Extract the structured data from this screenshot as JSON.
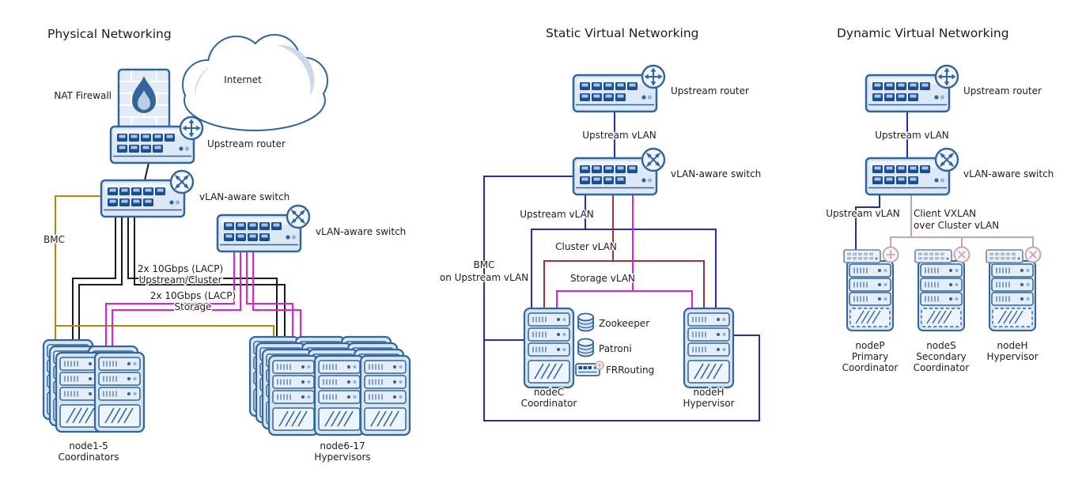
{
  "colors": {
    "device_stroke": "#31659c",
    "device_fill": "#d7e4f3",
    "physical_link": "#1a1a1a",
    "bmc_link": "#b8860b",
    "storage_link": "#e816e8",
    "upstream_vlan_link": "#2a2ab8",
    "cluster_vlan_link": "#9e3039",
    "client_vxlan_link": "#c7a2ae",
    "text": "#1c1c1c"
  },
  "physical": {
    "title": "Physical Networking",
    "internet": "Internet",
    "nat_firewall": "NAT Firewall",
    "upstream_router": "Upstream router",
    "vlan_switch": "vLAN-aware switch",
    "storage_switch": "vLAN-aware switch",
    "bmc": "BMC",
    "lacp_upstream": [
      "2x 10Gbps (LACP)",
      "Upstream/Cluster"
    ],
    "lacp_storage": [
      "2x 10Gbps (LACP)",
      "Storage"
    ],
    "coordinators": [
      "node1-5",
      "Coordinators"
    ],
    "hypervisors": [
      "node6-17",
      "Hypervisors"
    ]
  },
  "static_virtual": {
    "title": "Static Virtual Networking",
    "upstream_router": "Upstream router",
    "upstream_vlan_top": "Upstream vLAN",
    "vlan_switch": "vLAN-aware switch",
    "upstream_vlan": "Upstream vLAN",
    "cluster_vlan": "Cluster vLAN",
    "storage_vlan": "Storage vLAN",
    "bmc": [
      "BMC",
      "on Upstream vLAN"
    ],
    "services": [
      "Zookeeper",
      "Patroni",
      "FRRouting"
    ],
    "node_c": [
      "nodeC",
      "Coordinator"
    ],
    "node_h": [
      "nodeH",
      "Hypervisor"
    ]
  },
  "dynamic_virtual": {
    "title": "Dynamic Virtual Networking",
    "upstream_router": "Upstream router",
    "upstream_vlan_top": "Upstream vLAN",
    "vlan_switch": "vLAN-aware switch",
    "upstream_vlan": "Upstream vLAN",
    "client_vxlan": [
      "Client VXLAN",
      "over Cluster vLAN"
    ],
    "node_p": [
      "nodeP",
      "Primary",
      "Coordinator"
    ],
    "node_s": [
      "nodeS",
      "Secondary",
      "Coordinator"
    ],
    "node_h": [
      "nodeH",
      "Hypervisor"
    ]
  }
}
